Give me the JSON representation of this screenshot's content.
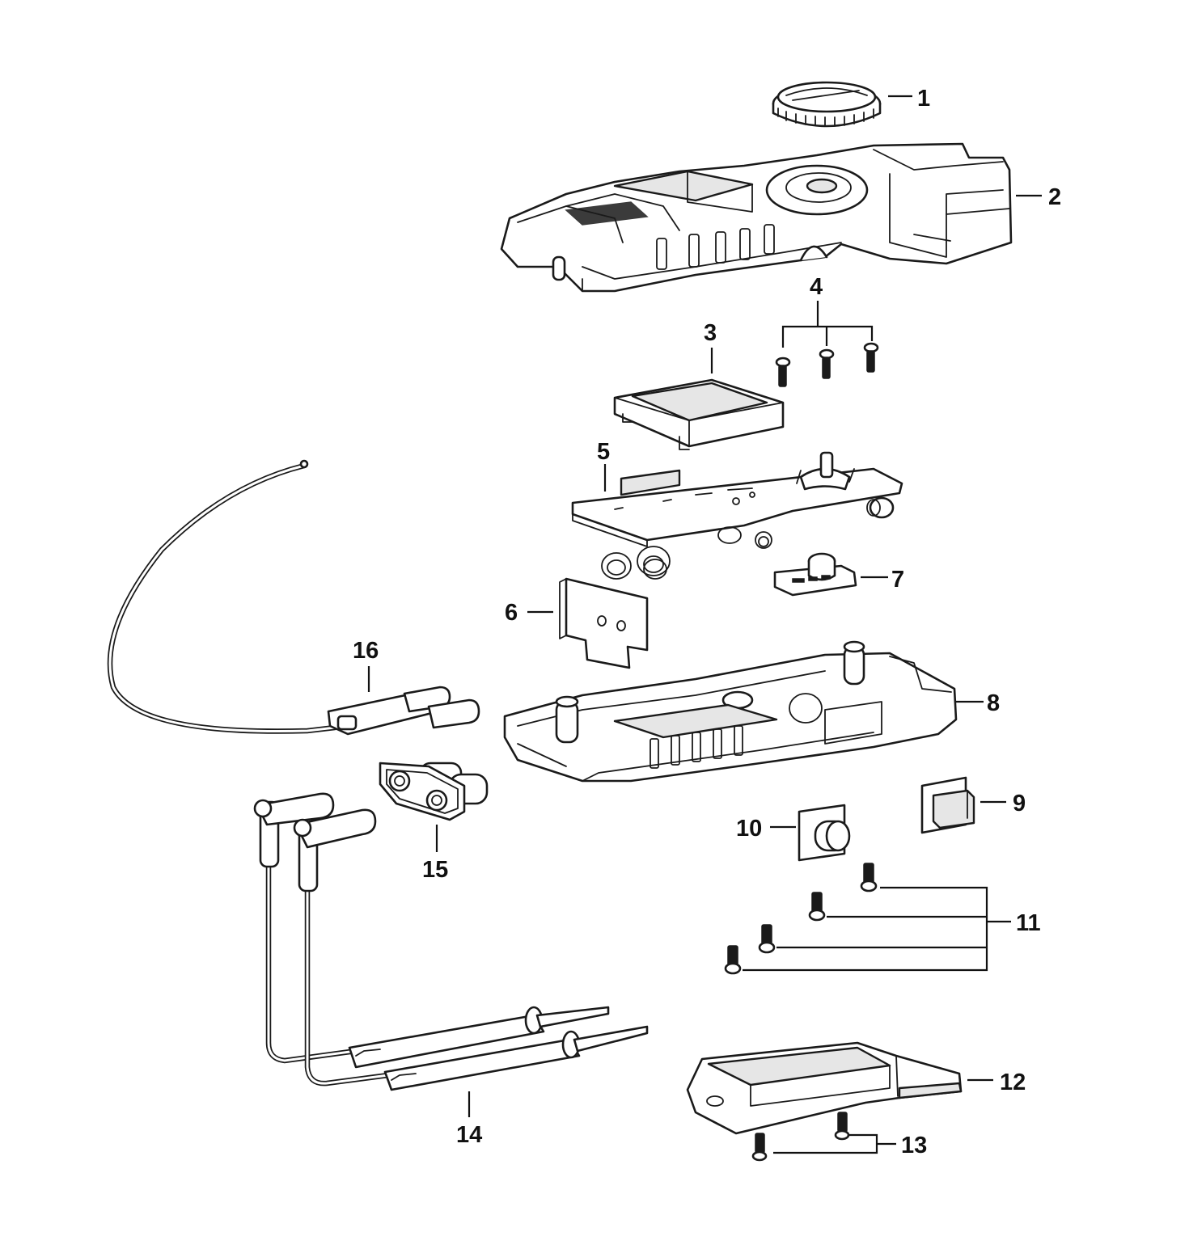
{
  "callouts": {
    "c1": "1",
    "c2": "2",
    "c3": "3",
    "c4": "4",
    "c5": "5",
    "c6": "6",
    "c7": "7",
    "c8": "8",
    "c9": "9",
    "c10": "10",
    "c11": "11",
    "c12": "12",
    "c13": "13",
    "c14": "14",
    "c15": "15",
    "c16": "16"
  },
  "colors": {
    "line": "#1a1a1a",
    "background": "#ffffff",
    "shade": "#e6e6e6"
  }
}
